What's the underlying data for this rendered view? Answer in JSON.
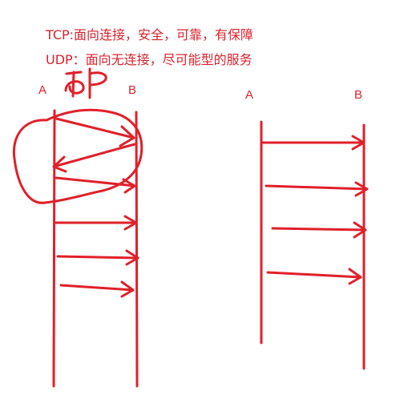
{
  "lines": {
    "tcp": "TCP:面向连接，安全，可靠，有保障",
    "udp": "UDP：面向无连接，尽可能型的服务"
  },
  "left_diagram": {
    "node_a": "A",
    "node_b": "B",
    "handwritten_label": "TCP"
  },
  "right_diagram": {
    "node_a": "A",
    "node_b": "B"
  },
  "colors": {
    "ink": "#e0202a",
    "text": "#d8242e"
  }
}
